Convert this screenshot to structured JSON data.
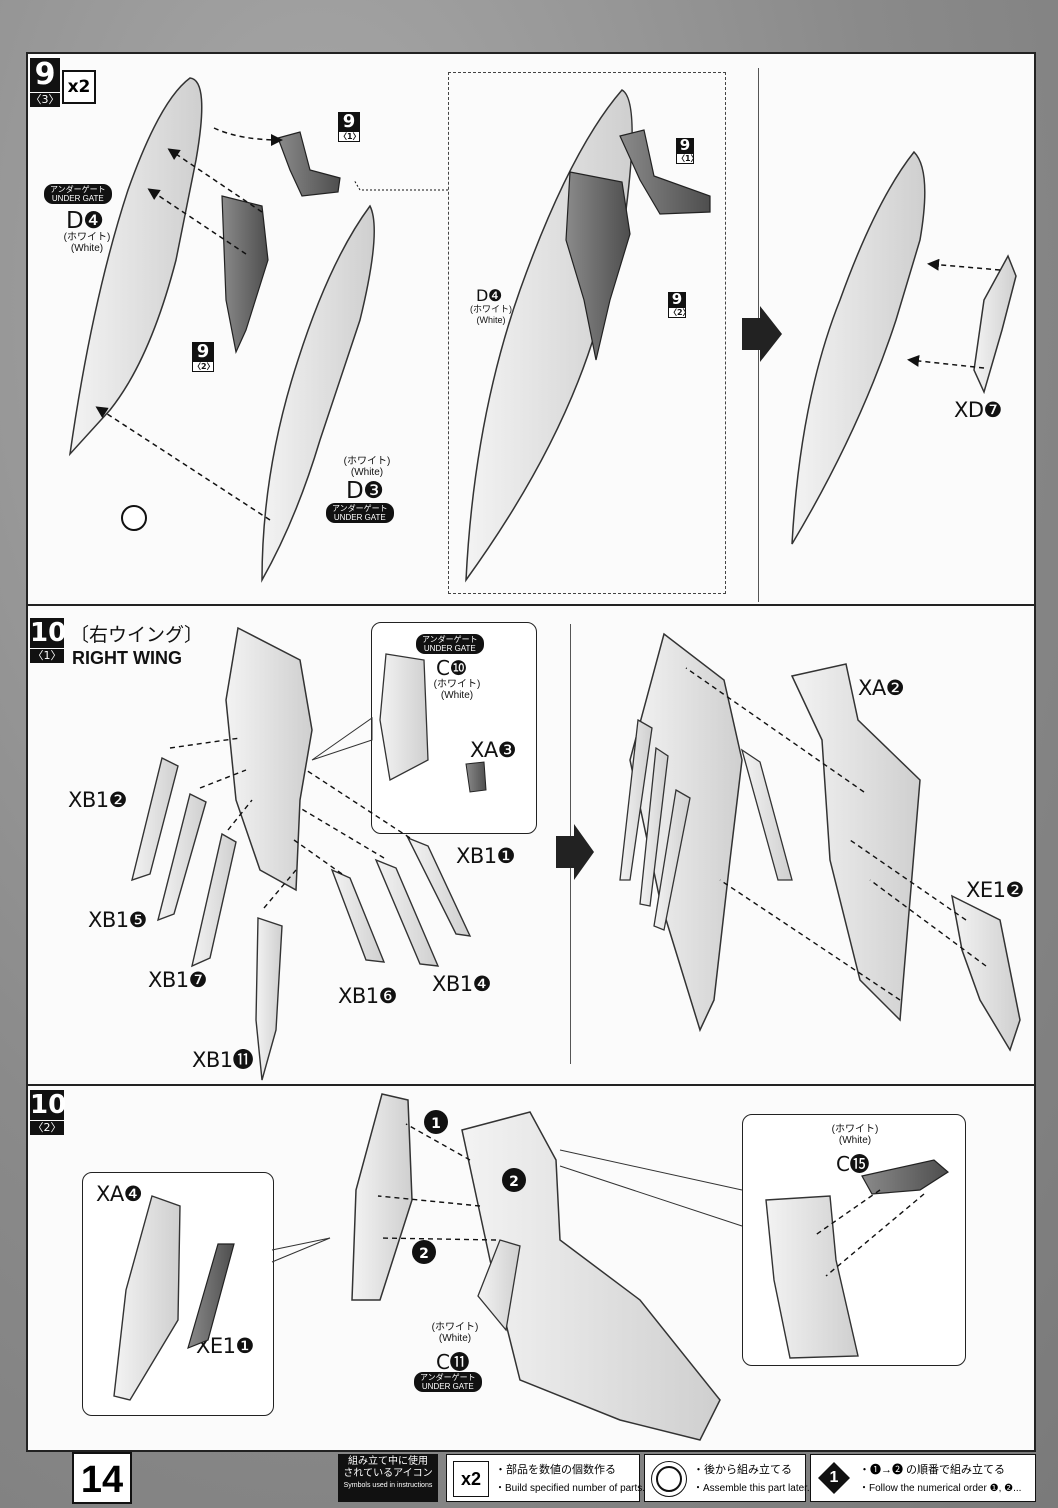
{
  "page_number": "14",
  "sections": {
    "step9": {
      "number": "9",
      "sub": "〈3〉",
      "multiplier": "x2",
      "labels": {
        "d4_code": "D❹",
        "d4_white_jp": "(ホワイト)",
        "d4_white_en": "(White)",
        "d4_undergate_jp": "アンダーゲート",
        "d4_undergate_en": "UNDER GATE",
        "d3_code": "D❸",
        "d3_white_jp": "(ホワイト)",
        "d3_white_en": "(White)",
        "d3_undergate_jp": "アンダーゲート",
        "d3_undergate_en": "UNDER GATE",
        "ref_9_1_num": "9",
        "ref_9_1_sub": "〈1〉",
        "ref_9_2_num": "9",
        "ref_9_2_sub": "〈2〉",
        "mid_d4_code": "D❹",
        "mid_white_jp": "(ホワイト)",
        "mid_white_en": "(White)",
        "mid_ref_9_1_num": "9",
        "mid_ref_9_1_sub": "〈1〉",
        "mid_ref_9_2_num": "9",
        "mid_ref_9_2_sub": "〈2〉",
        "xd7": "XD❼"
      }
    },
    "step10_1": {
      "number": "10",
      "sub": "〈1〉",
      "title_jp": "〔右ウイング〕",
      "title_en": "RIGHT WING",
      "labels": {
        "inset_undergate_jp": "アンダーゲート",
        "inset_undergate_en": "UNDER GATE",
        "c10": "C❿",
        "c10_white_jp": "(ホワイト)",
        "c10_white_en": "(White)",
        "xa3": "XA❸",
        "xb12": "XB1❷",
        "xb15": "XB1❺",
        "xb17": "XB1❼",
        "xb111": "XB1⓫",
        "xb16": "XB1❻",
        "xb14": "XB1❹",
        "xb11": "XB1❶",
        "xa2": "XA❷",
        "xe12": "XE1❷"
      }
    },
    "step10_2": {
      "number": "10",
      "sub": "〈2〉",
      "labels": {
        "xa4": "XA❹",
        "xe11": "XE1❶",
        "c11": "C⓫",
        "c11_white_jp": "(ホワイト)",
        "c11_white_en": "(White)",
        "c11_undergate_jp": "アンダーゲート",
        "c11_undergate_en": "UNDER GATE",
        "c15": "C⓯",
        "c15_white_jp": "(ホワイト)",
        "c15_white_en": "(White)",
        "order1": "1",
        "order2": "2"
      }
    }
  },
  "legend": {
    "title_line1": "組み立て中に使用",
    "title_line2": "されているアイコン",
    "title_en": "Symbols used in instructions",
    "items": [
      {
        "icon": "x2",
        "jp": "・部品を数値の個数作る",
        "en": "・Build specified number of parts."
      },
      {
        "icon": "",
        "jp": "・後から組み立てる",
        "en": "・Assemble this part later."
      },
      {
        "icon": "1",
        "jp": "・❶→❷ の順番で組み立てる",
        "en": "・Follow the numerical order ❶, ❷..."
      }
    ]
  }
}
